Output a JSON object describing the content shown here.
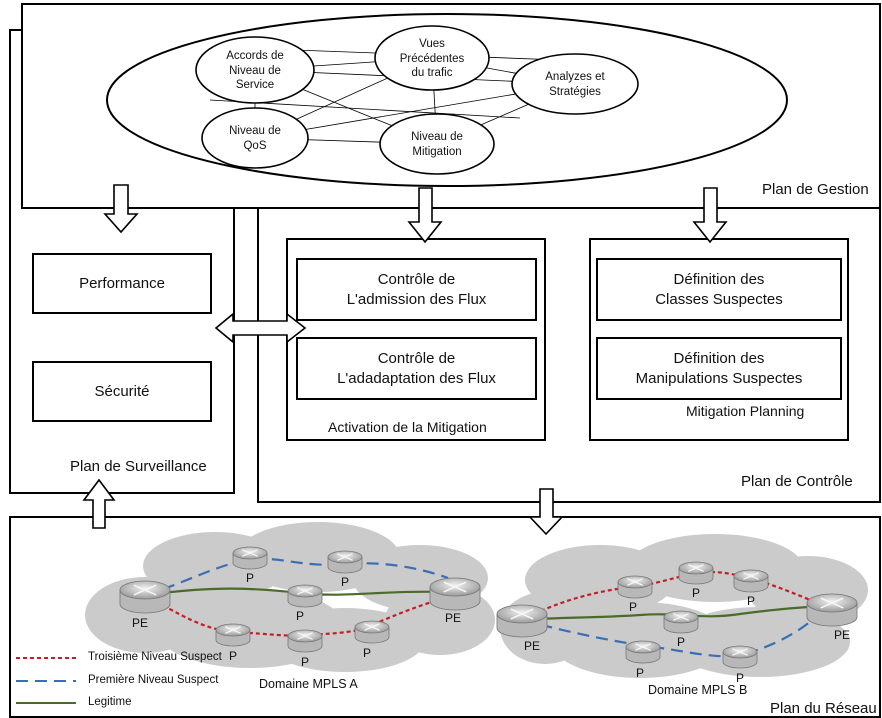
{
  "planes": {
    "gestion": "Plan de Gestion",
    "surveillance": "Plan de Surveillance",
    "controle": "Plan de Contrôle",
    "reseau": "Plan du Réseau"
  },
  "management_nodes": {
    "sla": [
      "Accords de",
      "Niveau de",
      "Service"
    ],
    "vues": [
      "Vues",
      "Précédentes",
      "du trafic"
    ],
    "analyzes": [
      "Analyzes et",
      "Stratégies"
    ],
    "qos": [
      "Niveau de",
      "QoS"
    ],
    "mitigation": [
      "Niveau de",
      "Mitigation"
    ]
  },
  "surveillance_boxes": {
    "performance": "Performance",
    "securite": "Sécurité"
  },
  "activation": {
    "title": "Activation de la Mitigation",
    "box1": [
      "Contrôle de",
      "L'admission des Flux"
    ],
    "box2": [
      "Contrôle de",
      "L'adadaptation des Flux"
    ]
  },
  "planning": {
    "title": "Mitigation Planning",
    "box1": [
      "Définition des",
      "Classes Suspectes"
    ],
    "box2": [
      "Définition des",
      "Manipulations Suspectes"
    ]
  },
  "network": {
    "domain_a": "Domaine MPLS A",
    "domain_b": "Domaine MPLS B",
    "router_pe": "PE",
    "router_p": "P"
  },
  "legend": [
    {
      "label": "Troisième Niveau Suspect",
      "color": "#c0202a",
      "style": "dotted"
    },
    {
      "label": "Première Niveau Suspect",
      "color": "#3a6fb5",
      "style": "dashed"
    },
    {
      "label": "Legitime",
      "color": "#4a6b2a",
      "style": "solid"
    }
  ],
  "colors": {
    "line": "#000000",
    "cloud": "#c9c9c9",
    "router_body": "#b8b8b8",
    "router_top": "#e4e4e4"
  }
}
